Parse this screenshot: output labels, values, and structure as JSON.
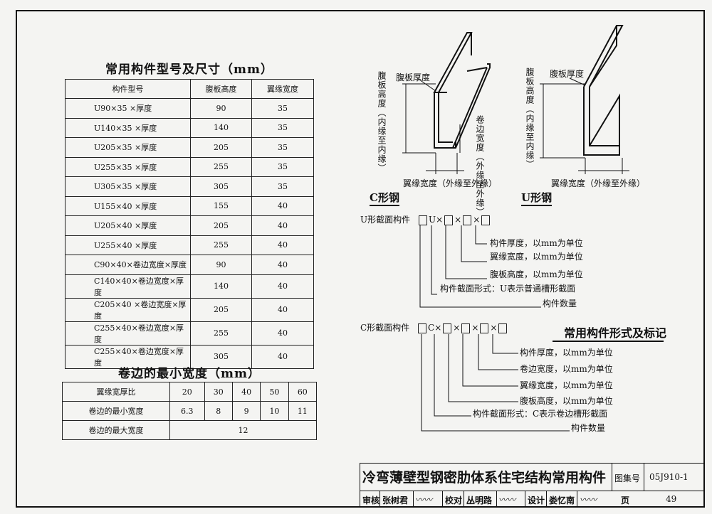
{
  "table1": {
    "title": "常用构件型号及尺寸（mm）",
    "headers": [
      "构件型号",
      "腹板高度",
      "翼缘宽度"
    ],
    "rows": [
      [
        "U90×35 ×厚度",
        "90",
        "35"
      ],
      [
        "U140×35 ×厚度",
        "140",
        "35"
      ],
      [
        "U205×35 ×厚度",
        "205",
        "35"
      ],
      [
        "U255×35 ×厚度",
        "255",
        "35"
      ],
      [
        "U305×35 ×厚度",
        "305",
        "35"
      ],
      [
        "U155×40 ×厚度",
        "155",
        "40"
      ],
      [
        "U205×40 ×厚度",
        "205",
        "40"
      ],
      [
        "U255×40 ×厚度",
        "255",
        "40"
      ],
      [
        "C90×40×卷边宽度×厚度",
        "90",
        "40"
      ],
      [
        "C140×40×卷边宽度×厚度",
        "140",
        "40"
      ],
      [
        "C205×40 ×卷边宽度×厚度",
        "205",
        "40"
      ],
      [
        "C255×40×卷边宽度×厚度",
        "255",
        "40"
      ],
      [
        "C255×40×卷边宽度×厚度",
        "305",
        "40"
      ]
    ]
  },
  "table2": {
    "title": "卷边的最小宽度（mm）",
    "row1_label": "翼缘宽厚比",
    "row1": [
      "20",
      "30",
      "40",
      "50",
      "60"
    ],
    "row2_label": "卷边的最小宽度",
    "row2": [
      "6.3",
      "8",
      "9",
      "10",
      "11"
    ],
    "row3_label": "卷边的最大宽度",
    "row3_value": "12"
  },
  "c_section": {
    "web_thickness": "腹板厚度",
    "web_height": "腹板高度（内缘至内缘）",
    "lip_width": "卷边宽度（外缘至外缘）",
    "flange_width": "翼缘宽度（外缘至外缘）",
    "caption": "C形钢"
  },
  "u_section": {
    "web_thickness": "腹板厚度",
    "web_height": "腹板高度（内缘至内缘）",
    "flange_width": "翼缘宽度（外缘至外缘）",
    "caption": "U形钢"
  },
  "u_notation": {
    "label": "U形截面构件",
    "letter": "U",
    "lines": [
      "构件厚度，以mm为单位",
      "翼缘宽度，以mm为单位",
      "腹板高度，以mm为单位",
      "构件截面形式：U表示普通槽形截面",
      "构件数量"
    ]
  },
  "c_notation": {
    "label": "C形截面构件",
    "letter": "C",
    "lines": [
      "构件厚度，以mm为单位",
      "卷边宽度，以mm为单位",
      "翼缘宽度，以mm为单位",
      "腹板高度，以mm为单位",
      "构件截面形式：C表示卷边槽形截面",
      "构件数量"
    ]
  },
  "section_title": "常用构件形式及标记",
  "title_block": {
    "main_title": "冷弯薄壁型钢密肋体系住宅结构常用构件",
    "atlas_label": "图集号",
    "atlas_no": "05J910-1",
    "review_label": "审核",
    "reviewer": "张树君",
    "check_label": "校对",
    "checker": "丛明路",
    "design_label": "设计",
    "designer": "娄忆南",
    "page_label": "页",
    "page_no": "49"
  }
}
